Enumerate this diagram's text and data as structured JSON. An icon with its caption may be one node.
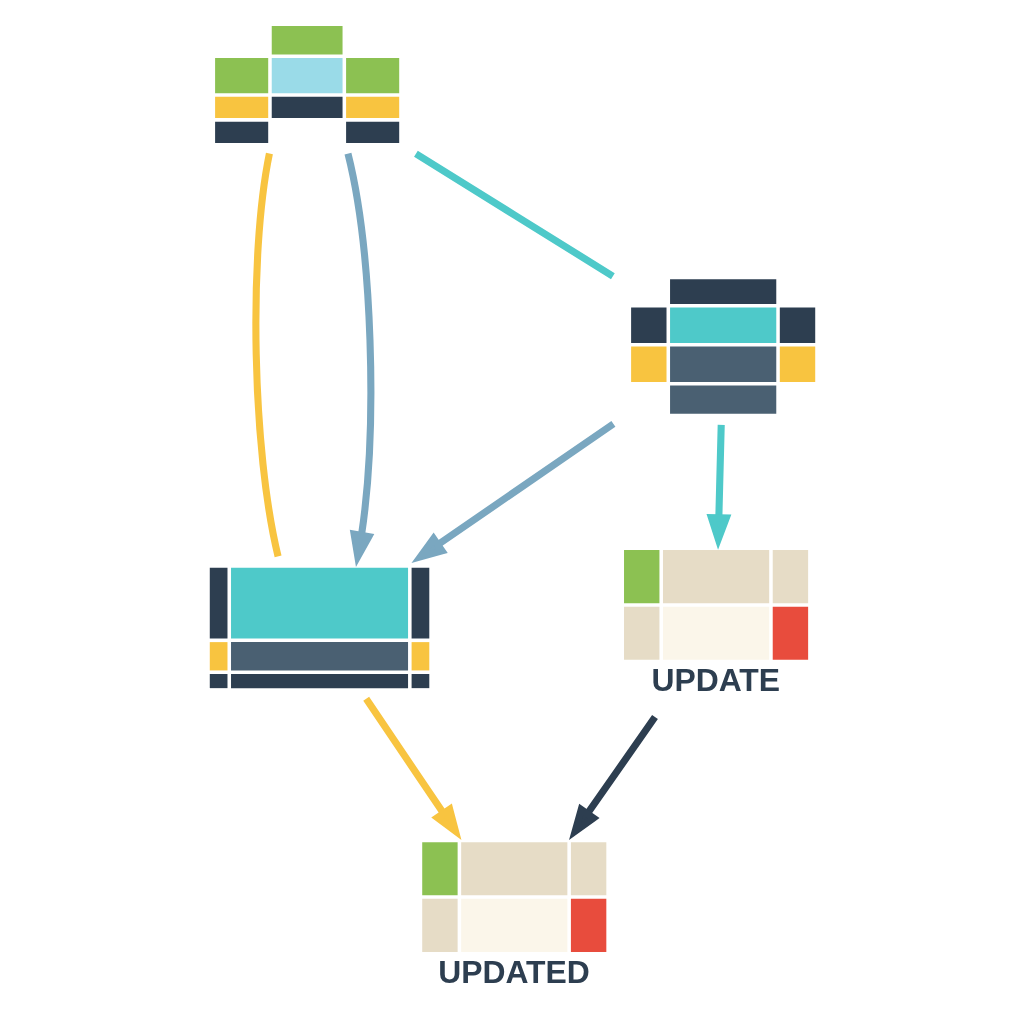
{
  "diagram": {
    "nodes": [
      {
        "text": [],
        "shape": "picture"
      },
      {
        "text": [],
        "shape": "picture"
      },
      {
        "text": [],
        "shape": "picture"
      },
      {
        "text": [
          "UPDATE"
        ]
      },
      {
        "text": [
          "UPDATED"
        ]
      }
    ],
    "edges": [
      {
        "from": 0,
        "to": 1,
        "arrow": "none",
        "color": "#4ec9c9"
      },
      {
        "from": 0,
        "to": 2,
        "arrow": "none",
        "color": "#f8c440"
      },
      {
        "from": 0,
        "to": 2,
        "arrow": "to",
        "color": "#7aa7c0"
      },
      {
        "from": 1,
        "to": 2,
        "arrow": "to",
        "color": "#7aa7c0"
      },
      {
        "from": 1,
        "to": 3,
        "arrow": "to",
        "color": "#4ec9c9"
      },
      {
        "from": 2,
        "to": 4,
        "arrow": "to",
        "color": "#f8c440"
      },
      {
        "from": 3,
        "to": 4,
        "arrow": "to",
        "color": "#2d3e50"
      }
    ]
  }
}
